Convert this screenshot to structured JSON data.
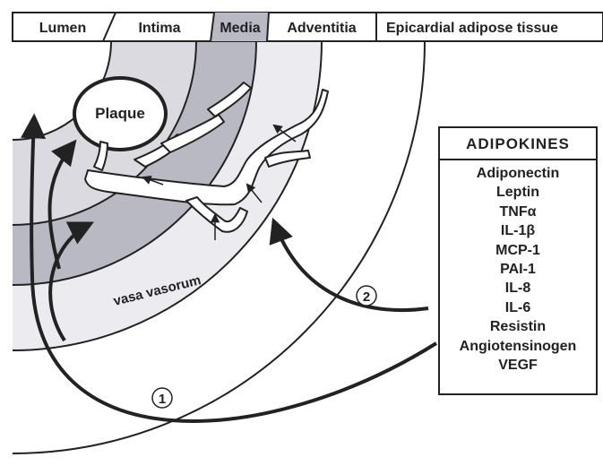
{
  "header": {
    "lumen": "Lumen",
    "intima": "Intima",
    "media": "Media",
    "adventitia": "Adventitia",
    "epicardial": "Epicardial adipose tissue"
  },
  "labels": {
    "plaque": "Plaque",
    "vasa_vasorum": "vasa vasorum",
    "pathway_1": "1",
    "pathway_2": "2"
  },
  "adipokines": {
    "title": "ADIPOKINES",
    "items": [
      "Adiponectin",
      "Leptin",
      "TNFα",
      "IL-1β",
      "MCP-1",
      "PAI-1",
      "IL-8",
      "IL-6",
      "Resistin",
      "Angiotensinogen",
      "VEGF"
    ]
  },
  "colors": {
    "media_fill": "#b9b9c3",
    "intima_fill": "#dadae0",
    "line": "#222222"
  }
}
